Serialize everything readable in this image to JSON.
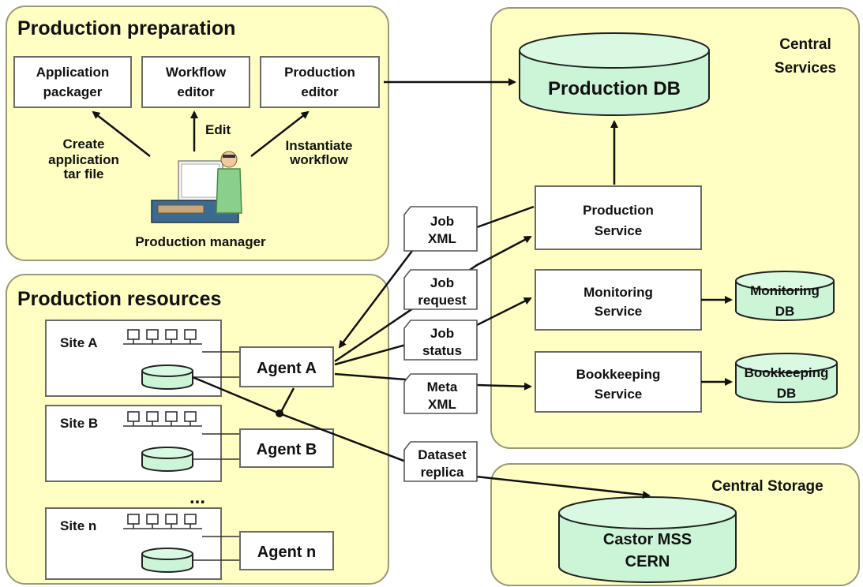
{
  "panels": {
    "preparation": "Production preparation",
    "resources": "Production resources",
    "central_services": [
      "Central",
      "Services"
    ],
    "central_storage": "Central Storage"
  },
  "prep": {
    "app_packager": [
      "Application",
      "packager"
    ],
    "workflow_editor": [
      "Workflow",
      "editor"
    ],
    "production_editor": [
      "Production",
      "editor"
    ],
    "edit": "Edit",
    "create": [
      "Create",
      "application",
      "tar file"
    ],
    "instantiate": [
      "Instantiate",
      "workflow"
    ],
    "manager": "Production manager"
  },
  "sites": {
    "a": "Site A",
    "b": "Site B",
    "n": "Site n",
    "ellipsis": "..."
  },
  "agents": {
    "a": "Agent A",
    "b": "Agent B",
    "n": "Agent n"
  },
  "messages": {
    "job_xml": [
      "Job",
      "XML"
    ],
    "job_request": [
      "Job",
      "request"
    ],
    "job_status": [
      "Job",
      "status"
    ],
    "meta_xml": [
      "Meta",
      "XML"
    ],
    "dataset_replica": [
      "Dataset",
      "replica"
    ]
  },
  "services": {
    "production_db": "Production DB",
    "production_service": [
      "Production",
      "Service"
    ],
    "monitoring_service": [
      "Monitoring",
      "Service"
    ],
    "bookkeeping_service": [
      "Bookkeeping",
      "Service"
    ],
    "monitoring_db": [
      "Monitoring",
      "DB"
    ],
    "bookkeeping_db": [
      "Bookkeeping",
      "DB"
    ]
  },
  "storage": {
    "castor": [
      "Castor MSS",
      "CERN"
    ]
  },
  "colors": {
    "panel": "#ffffc4",
    "db": "#ccf5d8"
  }
}
